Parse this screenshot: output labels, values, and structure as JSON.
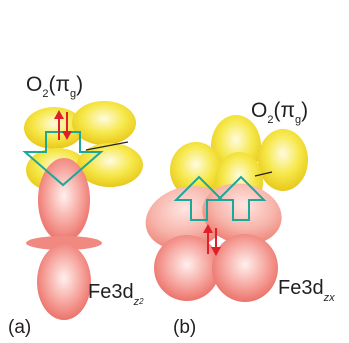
{
  "labels": {
    "left_o2": "O",
    "left_o2_sub": "2",
    "left_o2_orbital": "(π",
    "left_o2_orbital_sub": "g",
    "left_o2_close": ")",
    "right_o2": "O",
    "right_o2_sub": "2",
    "right_o2_orbital": "(π",
    "right_o2_orbital_sub": "g",
    "right_o2_close": ")",
    "left_fe": "Fe3d",
    "left_fe_sub": "z",
    "left_fe_sup": "2",
    "right_fe": "Fe3d",
    "right_fe_sub": "zx",
    "panel_a": "(a)",
    "panel_b": "(b)"
  },
  "colors": {
    "o2_lobe": "#f2e02a",
    "fe_lobe": "#ef7a72",
    "arrow_outline": "#1aa89a",
    "spin_arrow": "#e01f2a",
    "text": "#231f20"
  }
}
